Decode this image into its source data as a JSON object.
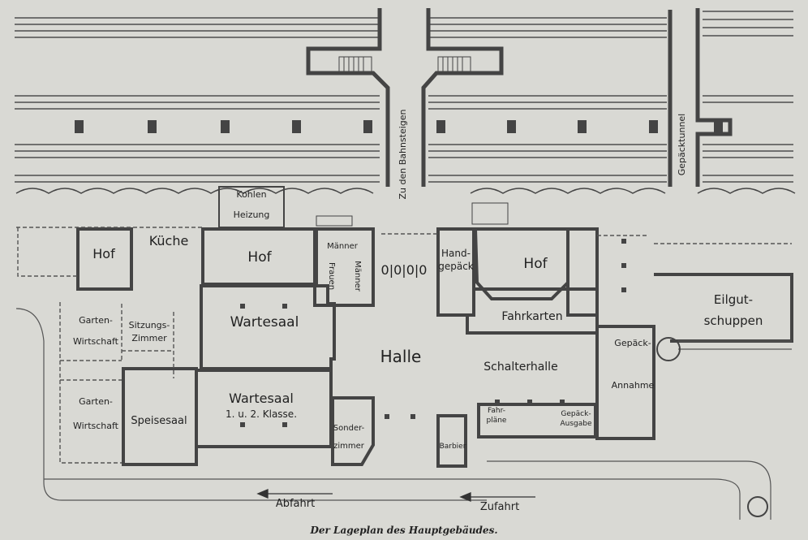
{
  "labels": {
    "kohlen": "Kohlen",
    "heizung": "Heizung",
    "kueche": "Küche",
    "hof_left": "Hof",
    "hof_mid": "Hof",
    "hof_right": "Hof",
    "maenner1": "Männer",
    "maenner2": "Männer",
    "frauen": "Frauen",
    "wc": "0|0|0|0",
    "handgepaeck1": "Hand-",
    "handgepaeck2": "gepäck",
    "wartesaal": "Wartesaal",
    "fahrkarten": "Fahrkarten",
    "gartenwirtschaft1a": "Garten-",
    "gartenwirtschaft1b": "Wirtschaft",
    "sitzungszimmer1": "Sitzungs-",
    "sitzungszimmer2": "Zimmer",
    "halle": "Halle",
    "schalterhalle": "Schalterhalle",
    "gepaeck": "Gepäck-",
    "annahme": "Annahme",
    "eilgut1": "Eilgut-",
    "eilgut2": "schuppen",
    "gartenwirtschaft2a": "Garten-",
    "gartenwirtschaft2b": "Wirtschaft",
    "speisesaal": "Speisesaal",
    "wartesaal2_1": "Wartesaal",
    "wartesaal2_2": "1. u. 2. Klasse.",
    "sonderzimmer1": "Sonder-",
    "sonderzimmer2": "zimmer",
    "fahrplaene1": "Fahr-",
    "fahrplaene2": "pläne",
    "gepaeckausgabe1": "Gepäck-",
    "gepaeckausgabe2": "Ausgabe",
    "barbier": "Barbier",
    "zu_bahnsteigen": "Zu den Bahnsteigen",
    "gepaecktunnel": "Gepäcktunnel",
    "abfahrt": "Abfahrt",
    "zufahrt": "Zufahrt"
  },
  "caption": "Der Lageplan des Hauptgebäudes.",
  "colors": {
    "paper": "#d9d9d4",
    "ink": "#2a2a2a",
    "wall": "#555555"
  }
}
